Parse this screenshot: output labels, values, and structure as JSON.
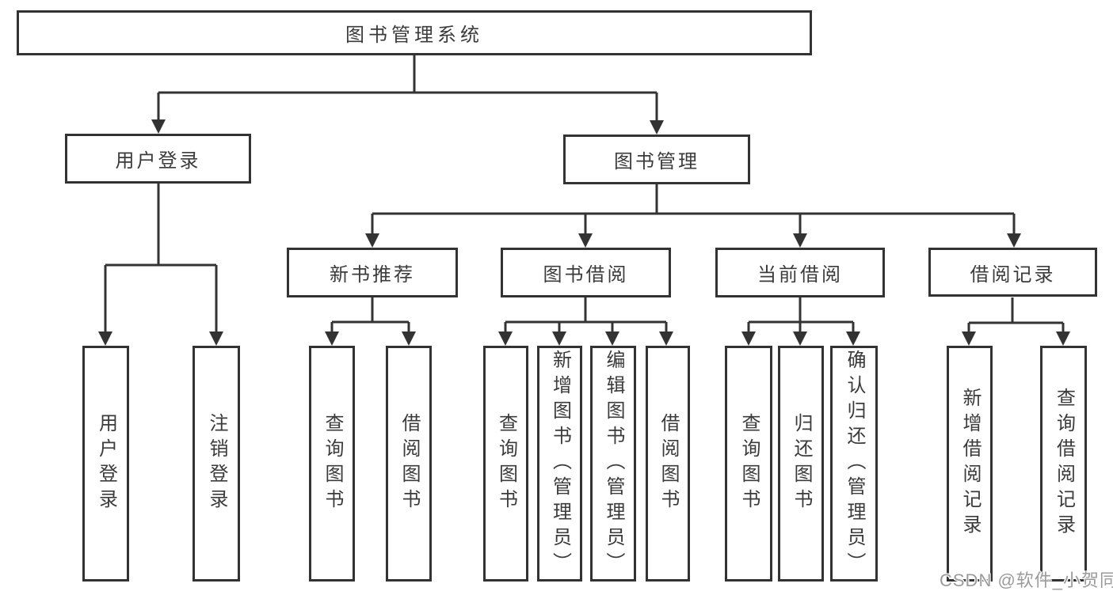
{
  "tree": {
    "label": "图书管理系统",
    "children": [
      {
        "label": "用户登录",
        "children": [
          {
            "label": "用户登录"
          },
          {
            "label": "注销登录"
          }
        ]
      },
      {
        "label": "图书管理",
        "children": [
          {
            "label": "新书推荐",
            "children": [
              {
                "label": "查询图书"
              },
              {
                "label": "借阅图书"
              }
            ]
          },
          {
            "label": "图书借阅",
            "children": [
              {
                "label": "查询图书"
              },
              {
                "label": "新增图书（管理员）"
              },
              {
                "label": "编辑图书（管理员）"
              },
              {
                "label": "借阅图书"
              }
            ]
          },
          {
            "label": "当前借阅",
            "children": [
              {
                "label": "查询图书"
              },
              {
                "label": "归还图书"
              },
              {
                "label": "确认归还（管理员）"
              }
            ]
          },
          {
            "label": "借阅记录",
            "children": [
              {
                "label": "新增借阅记录"
              },
              {
                "label": "查询借阅记录"
              }
            ]
          }
        ]
      }
    ]
  },
  "watermark": {
    "text": "CSDN @软件_小贺同学"
  },
  "colors": {
    "line": "#333333",
    "text": "#3b3b3b",
    "box_background": "#ffffff",
    "page_background": "#ffffff",
    "watermark": "#9b9b9b"
  }
}
